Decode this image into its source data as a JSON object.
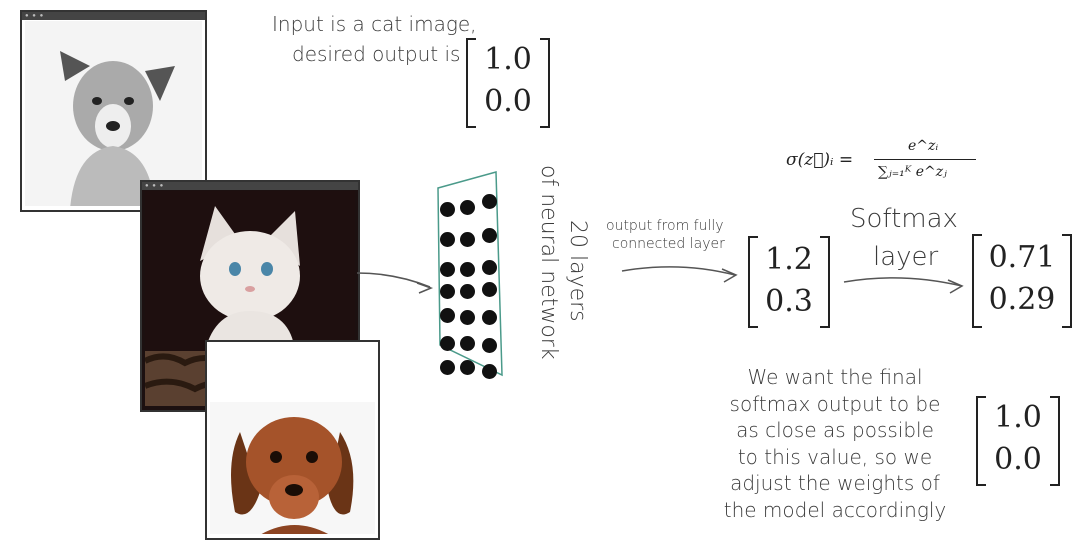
{
  "top_caption": {
    "line1": "Input is a cat image,",
    "line2": "desired output is"
  },
  "desired_output": [
    "1.0",
    "0.0"
  ],
  "network_label": {
    "line1": "20 layers",
    "line2": "of neural network"
  },
  "fc_label": {
    "line1": "output from fully",
    "line2": "connected layer"
  },
  "fc_output": [
    "1.2",
    "0.3"
  ],
  "softmax_formula": {
    "lhs": "σ(z⃗)ᵢ =",
    "numerator": "e^zᵢ",
    "denominator": "∑ⱼ₌₁ᴷ e^zⱼ"
  },
  "softmax_label": {
    "line1": "Softmax",
    "line2": "layer"
  },
  "softmax_output": [
    "0.71",
    "0.29"
  ],
  "target_note": {
    "lines": [
      "We want the final",
      "softmax output to be",
      "as close as possible",
      "to this value, so we",
      "adjust the weights of",
      "the model accordingly"
    ]
  },
  "target_output": [
    "1.0",
    "0.0"
  ],
  "images": {
    "top": "gray-dog-photo",
    "middle": "white-kitten-photo",
    "bottom": "dachshund-photo"
  }
}
